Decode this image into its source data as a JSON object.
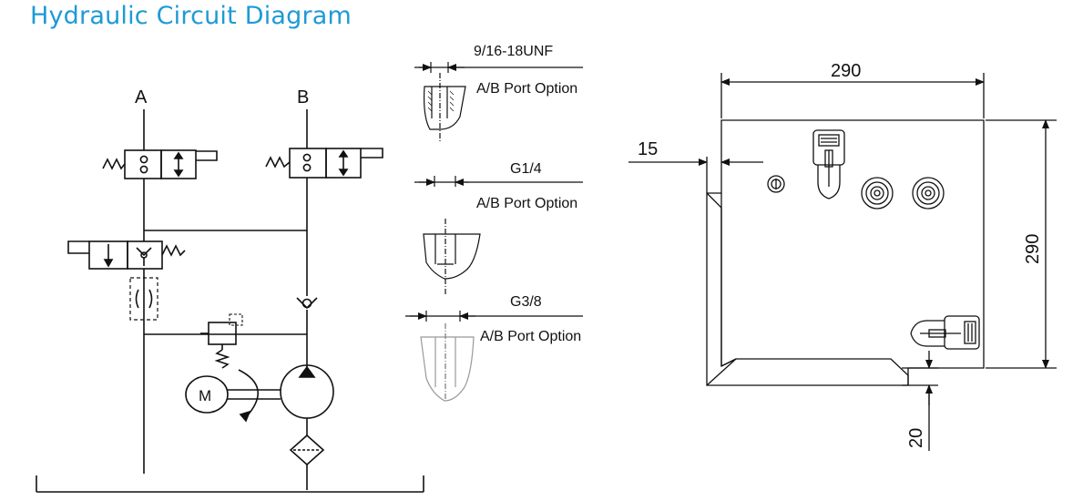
{
  "title": "Hydraulic Circuit Diagram",
  "circuit": {
    "port_a": "A",
    "port_b": "B",
    "motor": "M"
  },
  "port_options": [
    {
      "thread": "9/16-18UNF",
      "caption": "A/B Port Option"
    },
    {
      "thread": "G1/4",
      "caption": "A/B Port Option"
    },
    {
      "thread": "G3/8",
      "caption": "A/B Port Option"
    }
  ],
  "dimensions": {
    "width": "290",
    "height": "290",
    "flange": "15",
    "offset": "20"
  },
  "colors": {
    "title": "#1e9ad6",
    "line": "#111111"
  }
}
